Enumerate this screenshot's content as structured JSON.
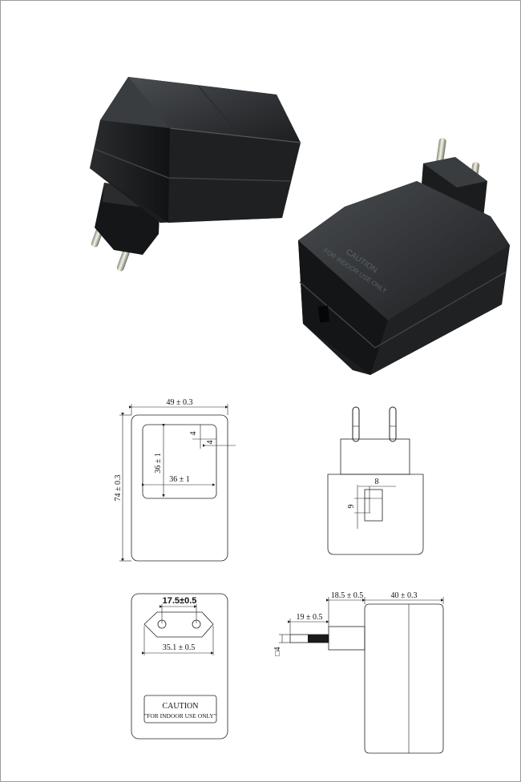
{
  "drawing": {
    "caution_box": {
      "title": "CAUTION",
      "subtitle": "\"FOR INDOOR USE ONLY\""
    },
    "photo_embossed": {
      "line1": "CAUTION",
      "line2": "FOR INDOOR USE ONLY"
    },
    "dims": {
      "width": "49 ± 0.3",
      "height": "74 ± 0.3",
      "label_h": "36 ± 1",
      "label_w": "36 ± 1",
      "corner_v": "4",
      "corner_h": "4",
      "slot_w": "8",
      "slot_h": "9",
      "pin_spacing": "17.5±0.5",
      "plug_width": "35.1 ± 0.5",
      "plug_depth": "18.5 ± 0.5",
      "body_depth": "40 ± 0.3",
      "pin_length": "19 ± 0.5",
      "pin_dia": "□4"
    }
  }
}
